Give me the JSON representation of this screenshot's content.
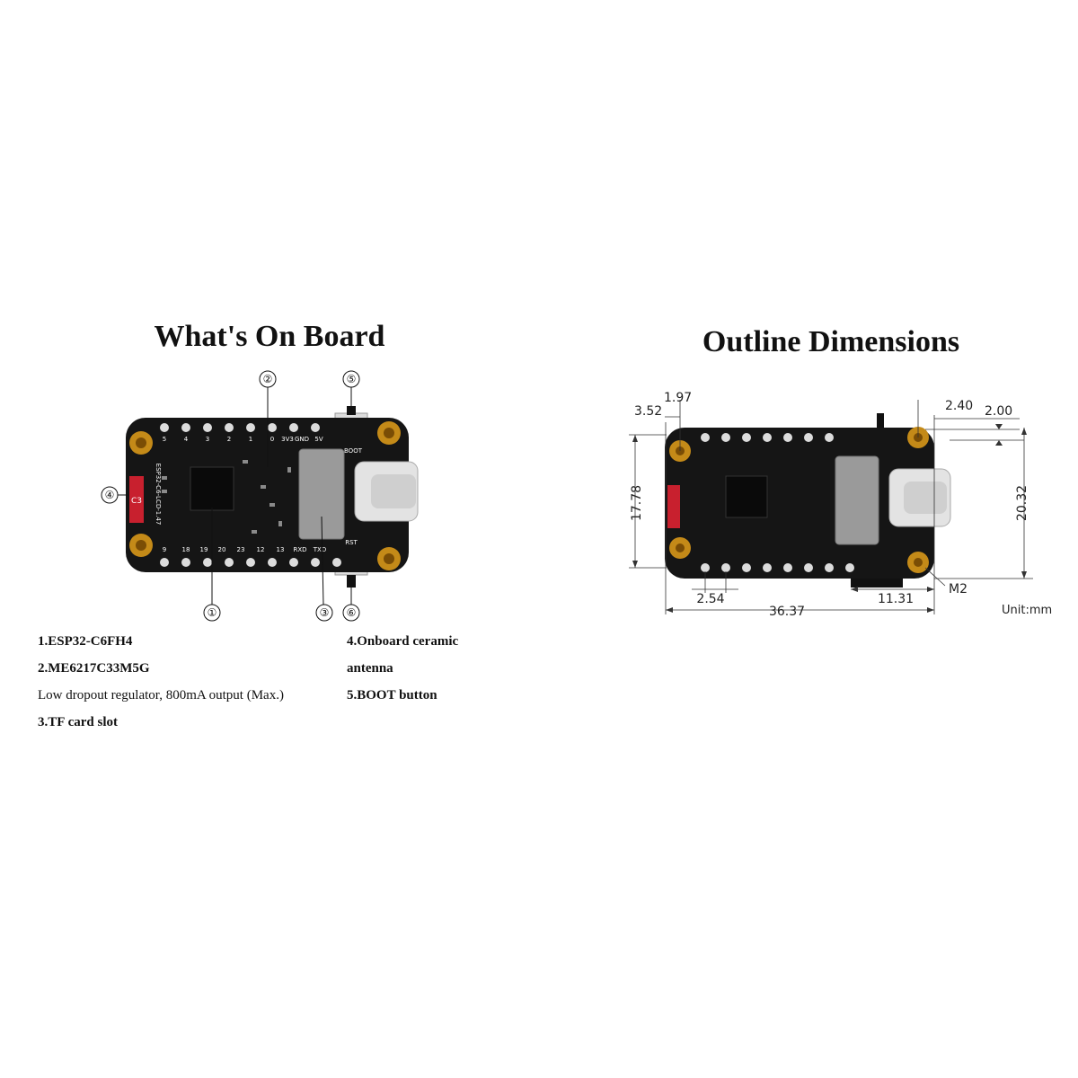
{
  "left": {
    "title": "What's On Board",
    "callouts": [
      "①",
      "②",
      "③",
      "④",
      "⑤",
      "⑥"
    ],
    "descriptions": [
      {
        "text": "1.ESP32-C6FH4",
        "bold": true
      },
      {
        "text": "2.ME6217C33M5G",
        "bold": true
      },
      {
        "text": "Low dropout regulator, 800mA output (Max.)",
        "bold": false
      },
      {
        "text": "3.TF card slot",
        "bold": true
      },
      {
        "text": "4.Onboard ceramic",
        "bold": true
      },
      {
        "text": "antenna",
        "bold": true
      },
      {
        "text": "5.BOOT button",
        "bold": true
      }
    ]
  },
  "right": {
    "title": "Outline Dimensions",
    "dims": {
      "d352": "3.52",
      "d197": "1.97",
      "d240": "2.40",
      "d200": "2.00",
      "d1778": "17.78",
      "d2032": "20.32",
      "d254": "2.54",
      "d3637": "36.37",
      "d1131": "11.31",
      "m2": "M2"
    },
    "unit": "Unit:mm"
  },
  "board": {
    "top_pins": [
      "5",
      "4",
      "3",
      "2",
      "1",
      "0",
      "3V3",
      "GND",
      "5V"
    ],
    "bottom_pins": [
      "9",
      "18",
      "19",
      "20",
      "23",
      "12",
      "13",
      "RXD",
      "TXD"
    ],
    "boot_label": "BOOT",
    "rst_label": "RST",
    "antenna_text": "C3",
    "side_text": "ESP32-C6-LCD-1.47"
  }
}
